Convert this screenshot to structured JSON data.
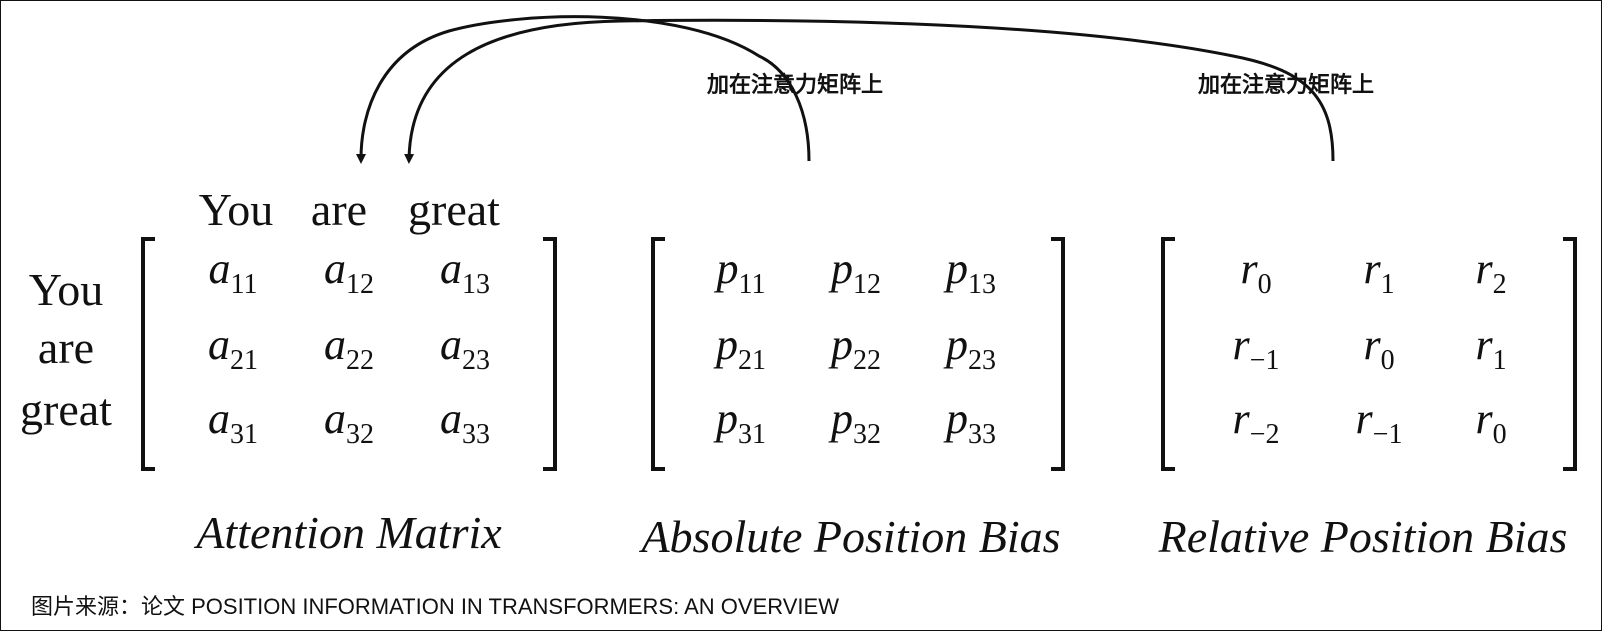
{
  "annotations": {
    "absolute_note": "加在注意力矩阵上",
    "relative_note": "加在注意力矩阵上"
  },
  "attention": {
    "col_headers": [
      "You",
      "are",
      "great"
    ],
    "row_labels": [
      "You",
      "are",
      "great"
    ],
    "rows": [
      [
        {
          "b": "a",
          "s": "11"
        },
        {
          "b": "a",
          "s": "12"
        },
        {
          "b": "a",
          "s": "13"
        }
      ],
      [
        {
          "b": "a",
          "s": "21"
        },
        {
          "b": "a",
          "s": "22"
        },
        {
          "b": "a",
          "s": "23"
        }
      ],
      [
        {
          "b": "a",
          "s": "31"
        },
        {
          "b": "a",
          "s": "32"
        },
        {
          "b": "a",
          "s": "33"
        }
      ]
    ],
    "caption": "Attention Matrix"
  },
  "absolute": {
    "rows": [
      [
        {
          "b": "p",
          "s": "11"
        },
        {
          "b": "p",
          "s": "12"
        },
        {
          "b": "p",
          "s": "13"
        }
      ],
      [
        {
          "b": "p",
          "s": "21"
        },
        {
          "b": "p",
          "s": "22"
        },
        {
          "b": "p",
          "s": "23"
        }
      ],
      [
        {
          "b": "p",
          "s": "31"
        },
        {
          "b": "p",
          "s": "32"
        },
        {
          "b": "p",
          "s": "33"
        }
      ]
    ],
    "caption": "Absolute Position Bias"
  },
  "relative": {
    "rows": [
      [
        {
          "b": "r",
          "s": "0"
        },
        {
          "b": "r",
          "s": "1"
        },
        {
          "b": "r",
          "s": "2"
        }
      ],
      [
        {
          "b": "r",
          "s": "−1"
        },
        {
          "b": "r",
          "s": "0"
        },
        {
          "b": "r",
          "s": "1"
        }
      ],
      [
        {
          "b": "r",
          "s": "−2"
        },
        {
          "b": "r",
          "s": "−1"
        },
        {
          "b": "r",
          "s": "0"
        }
      ]
    ],
    "caption": "Relative Position Bias"
  },
  "source_text": "图片来源：论文 POSITION INFORMATION IN TRANSFORMERS: AN OVERVIEW"
}
